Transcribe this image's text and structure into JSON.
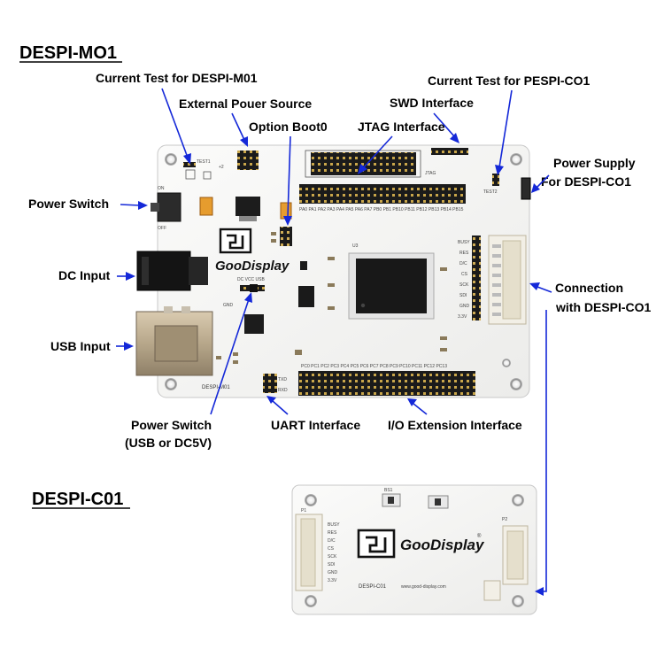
{
  "titles": {
    "main_board": "DESPI-MO1",
    "sub_board": "DESPI-C01"
  },
  "labels": {
    "current_test_m01": "Current Test for DESPI-M01",
    "external_power": "External Pouer Source",
    "option_boot0": "Option Boot0",
    "swd_interface": "SWD Interface",
    "jtag_interface": "JTAG Interface",
    "current_test_c01": "Current Test for PESPI-CO1",
    "power_supply_line1": "Power Supply",
    "power_supply_line2": "For DESPI-CO1",
    "power_switch": "Power Switch",
    "dc_input": "DC Input",
    "usb_input": "USB Input",
    "connection_line1": "Connection",
    "connection_line2": "with DESPI-CO1",
    "power_switch_usb_line1": "Power Switch",
    "power_switch_usb_line2": "(USB or DC5V)",
    "uart_interface": "UART Interface",
    "io_extension": "I/O Extension Interface"
  },
  "pcb_main": {
    "logo_text": "GooDisplay",
    "board_name": "DESPI-M01",
    "silk_on": "ON",
    "silk_off": "OFF",
    "silk_dc_vcc_usb": "DC  VCC  USB",
    "silk_gnd": "GND",
    "silk_test1": "TEST1",
    "silk_test2": "TEST2",
    "silk_jtag": "JTAG",
    "silk_txd": "TXD",
    "silk_rxd": "RXD",
    "silk_u3": "U3",
    "header_pins": [
      "BUSY",
      "RES",
      "D/C",
      "CS",
      "SCK",
      "SDI",
      "GND",
      "3.3V"
    ]
  },
  "pcb_sub": {
    "logo_text": "GooDisplay",
    "registered": "®",
    "board_name": "DESPI-C01",
    "website": "www.good-display.com",
    "pins": [
      "BUSY",
      "RES",
      "D/C",
      "CS",
      "SCK",
      "SDI",
      "GND",
      "3.3V"
    ],
    "silk_bs": "BS1",
    "silk_p1": "P1",
    "silk_p2": "P2"
  },
  "colors": {
    "arrow": "#1428d8",
    "pcb": "#f4f4f2",
    "header": "#1a1a1a",
    "connector": "#f2efe6"
  }
}
